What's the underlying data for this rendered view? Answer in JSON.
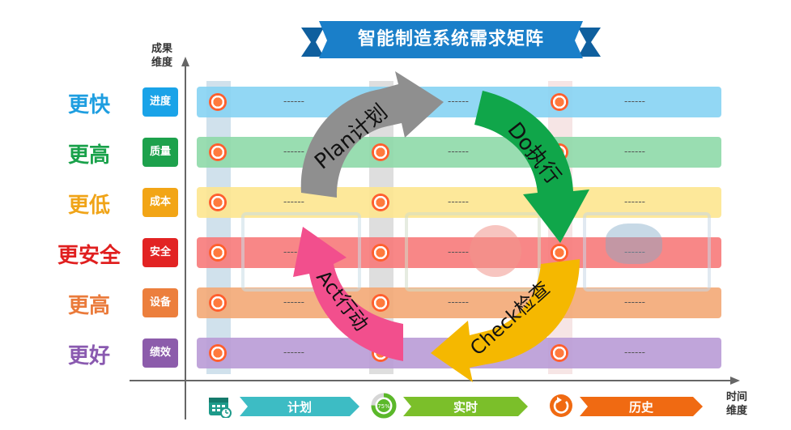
{
  "title": "智能制造系统需求矩阵",
  "y_axis_label": [
    "成果",
    "维度"
  ],
  "x_axis_label": [
    "时间",
    "维度"
  ],
  "rows": [
    {
      "goal": "更快",
      "dimension": "进度",
      "goal_color": "#1e9ee0",
      "badge_color": "#1aa3e8",
      "band_color": "#86d3f3"
    },
    {
      "goal": "更高",
      "dimension": "质量",
      "goal_color": "#19a14a",
      "badge_color": "#1da14c",
      "band_color": "#8ed9a8"
    },
    {
      "goal": "更低",
      "dimension": "成本",
      "goal_color": "#f0a418",
      "badge_color": "#f2a516",
      "band_color": "#fde58f"
    },
    {
      "goal": "更安全",
      "dimension": "安全",
      "goal_color": "#e01f1f",
      "badge_color": "#e22323",
      "band_color": "#f77a7a"
    },
    {
      "goal": "更高",
      "dimension": "设备",
      "goal_color": "#ea7a3a",
      "badge_color": "#ec7f3d",
      "band_color": "#f3a976"
    },
    {
      "goal": "更好",
      "dimension": "绩效",
      "goal_color": "#8a5ab0",
      "badge_color": "#8c5cab",
      "band_color": "#b99bd6"
    }
  ],
  "cell_text": "------",
  "cycle": [
    {
      "label": "Plan计划",
      "color": "#8f8f8f"
    },
    {
      "label": "Do执行",
      "color": "#10a64a"
    },
    {
      "label": "Check检查",
      "color": "#f5b800"
    },
    {
      "label": "Act行动",
      "color": "#f24f8d"
    }
  ],
  "phases": [
    {
      "label": "计划",
      "color": "#3dbcc4",
      "icon": "calendar-icon"
    },
    {
      "label": "实时",
      "color": "#7bbf2a",
      "icon": "progress-ring-icon",
      "icon_text": "75%"
    },
    {
      "label": "历史",
      "color": "#f06a12",
      "icon": "history-icon"
    }
  ],
  "colors": {
    "title_ribbon": "#1a7fc9",
    "axis": "#666666"
  }
}
